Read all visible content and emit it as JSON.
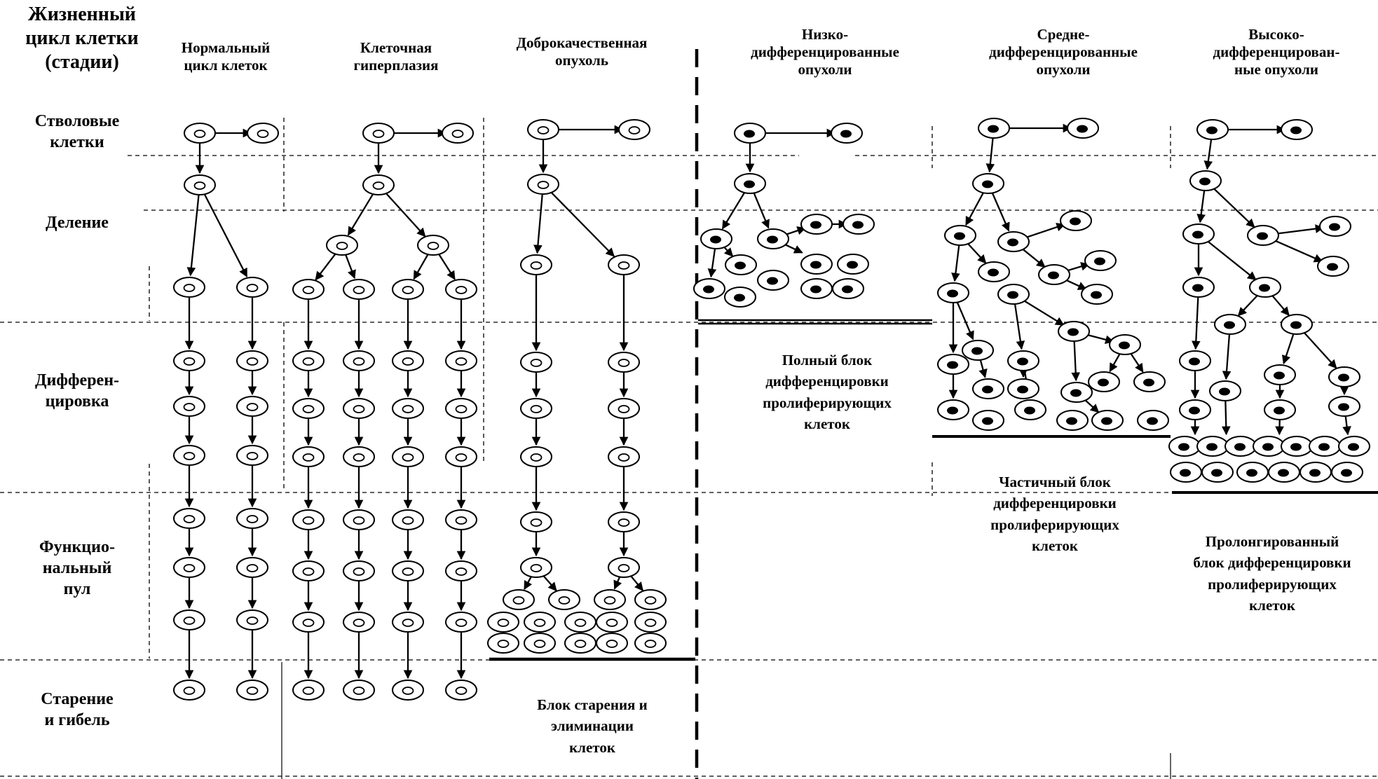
{
  "title": [
    "Жизненный",
    "цикл клетки",
    "(стадии)"
  ],
  "columns": [
    {
      "key": "normal",
      "lines": [
        "Нормальный",
        "цикл клеток"
      ]
    },
    {
      "key": "hyperplasia",
      "lines": [
        "Клеточная",
        "гиперплазия"
      ]
    },
    {
      "key": "benign",
      "lines": [
        "Доброкачественная",
        "опухоль"
      ]
    },
    {
      "key": "low",
      "lines": [
        "Низко-",
        "дифференцированные",
        "опухоли"
      ]
    },
    {
      "key": "mid",
      "lines": [
        "Средне-",
        "дифференцированные",
        "опухоли"
      ]
    },
    {
      "key": "high",
      "lines": [
        "Высоко-",
        "дифференцирован-",
        "ные опухоли"
      ]
    }
  ],
  "stages": [
    {
      "key": "stem",
      "lines": [
        "Стволовые",
        "клетки"
      ]
    },
    {
      "key": "division",
      "lines": [
        "Деление"
      ]
    },
    {
      "key": "differentiation",
      "lines": [
        "Дифферен-",
        "цировка"
      ]
    },
    {
      "key": "functional",
      "lines": [
        "Функцио-",
        "нальный",
        "пул"
      ]
    },
    {
      "key": "aging",
      "lines": [
        "Старение",
        "и гибель"
      ]
    }
  ],
  "notes": [
    {
      "key": "aging-block",
      "lines": [
        "Блок старения и",
        "элиминации",
        "клеток"
      ]
    },
    {
      "key": "full-block",
      "lines": [
        "Полный блок",
        "дифференцировки",
        "пролиферирующих",
        "клеток"
      ]
    },
    {
      "key": "partial-block",
      "lines": [
        "Частичный блок",
        "дифференцировки",
        "пролиферирующих",
        "клеток"
      ]
    },
    {
      "key": "prolonged-block",
      "lines": [
        "Пролонгированный",
        "блок дифференцировки",
        "пролиферирующих",
        "клеток"
      ]
    }
  ],
  "nucleus_styles": {
    "normal": "hollow ring",
    "tumor": "solid black"
  },
  "colors": {
    "ink": "#000000",
    "background": "#ffffff"
  }
}
